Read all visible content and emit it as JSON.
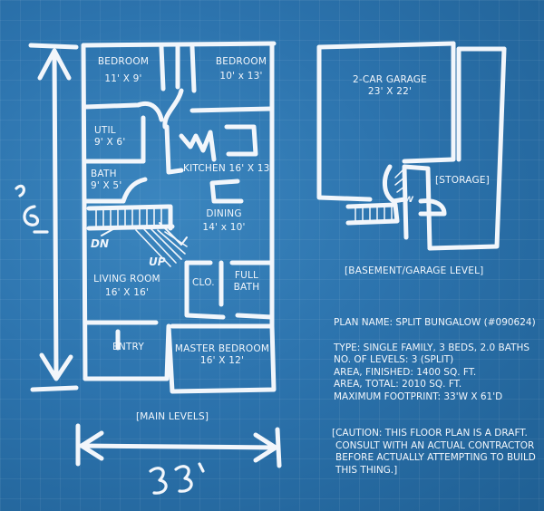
{
  "colors": {
    "ink": "#f2f6fb",
    "paper": "#2c73ad"
  },
  "rooms": {
    "bedroom1": {
      "name": "BEDROOM",
      "dim": "11' X 9'"
    },
    "bedroom2": {
      "name": "BEDROOM",
      "dim": "10' x 13'"
    },
    "util": {
      "name": "UTIL",
      "dim": "9' X 6'"
    },
    "bath": {
      "name": "BATH",
      "dim": "9' X 5'"
    },
    "kitchen": {
      "name": "KITCHEN",
      "dim": "16' X 13'"
    },
    "dining": {
      "name": "DINING",
      "dim": "14' x 10'"
    },
    "living": {
      "name": "LIVING ROOM",
      "dim": "16' X 16'"
    },
    "closet": {
      "name": "CLO."
    },
    "fullbath": {
      "name": "FULL",
      "name2": "BATH"
    },
    "entry": {
      "name": "ENTRY"
    },
    "master": {
      "name": "MASTER BEDROOM",
      "dim": "16' X 12'"
    },
    "garage": {
      "name": "2-CAR GARAGE",
      "dim": "23' X 22'"
    },
    "storage": {
      "name": "[STORAGE]"
    }
  },
  "stairs": {
    "down": "DN",
    "up": "UP",
    "w": "W"
  },
  "dimensions": {
    "height": "61'",
    "width": "33'"
  },
  "captions": {
    "main": "[MAIN LEVELS]",
    "basement": "[BASEMENT/GARAGE LEVEL]"
  },
  "info": {
    "plan_name": "PLAN NAME: SPLIT BUNGALOW (#090624)",
    "type": "TYPE: SINGLE FAMILY, 3 BEDS, 2.0 BATHS",
    "levels": "NO. OF LEVELS: 3 (SPLIT)",
    "area_finished": "AREA, FINISHED: 1400 SQ. FT.",
    "area_total": "AREA, TOTAL: 2010 SQ. FT.",
    "footprint": "MAXIMUM FOOTPRINT: 33'W X 61'D"
  },
  "caution": {
    "line1": "[CAUTION: THIS FLOOR PLAN IS A DRAFT.",
    "line2": "CONSULT WITH AN ACTUAL CONTRACTOR",
    "line3": "BEFORE ACTUALLY ATTEMPTING TO BUILD",
    "line4": "THIS THING.]"
  }
}
